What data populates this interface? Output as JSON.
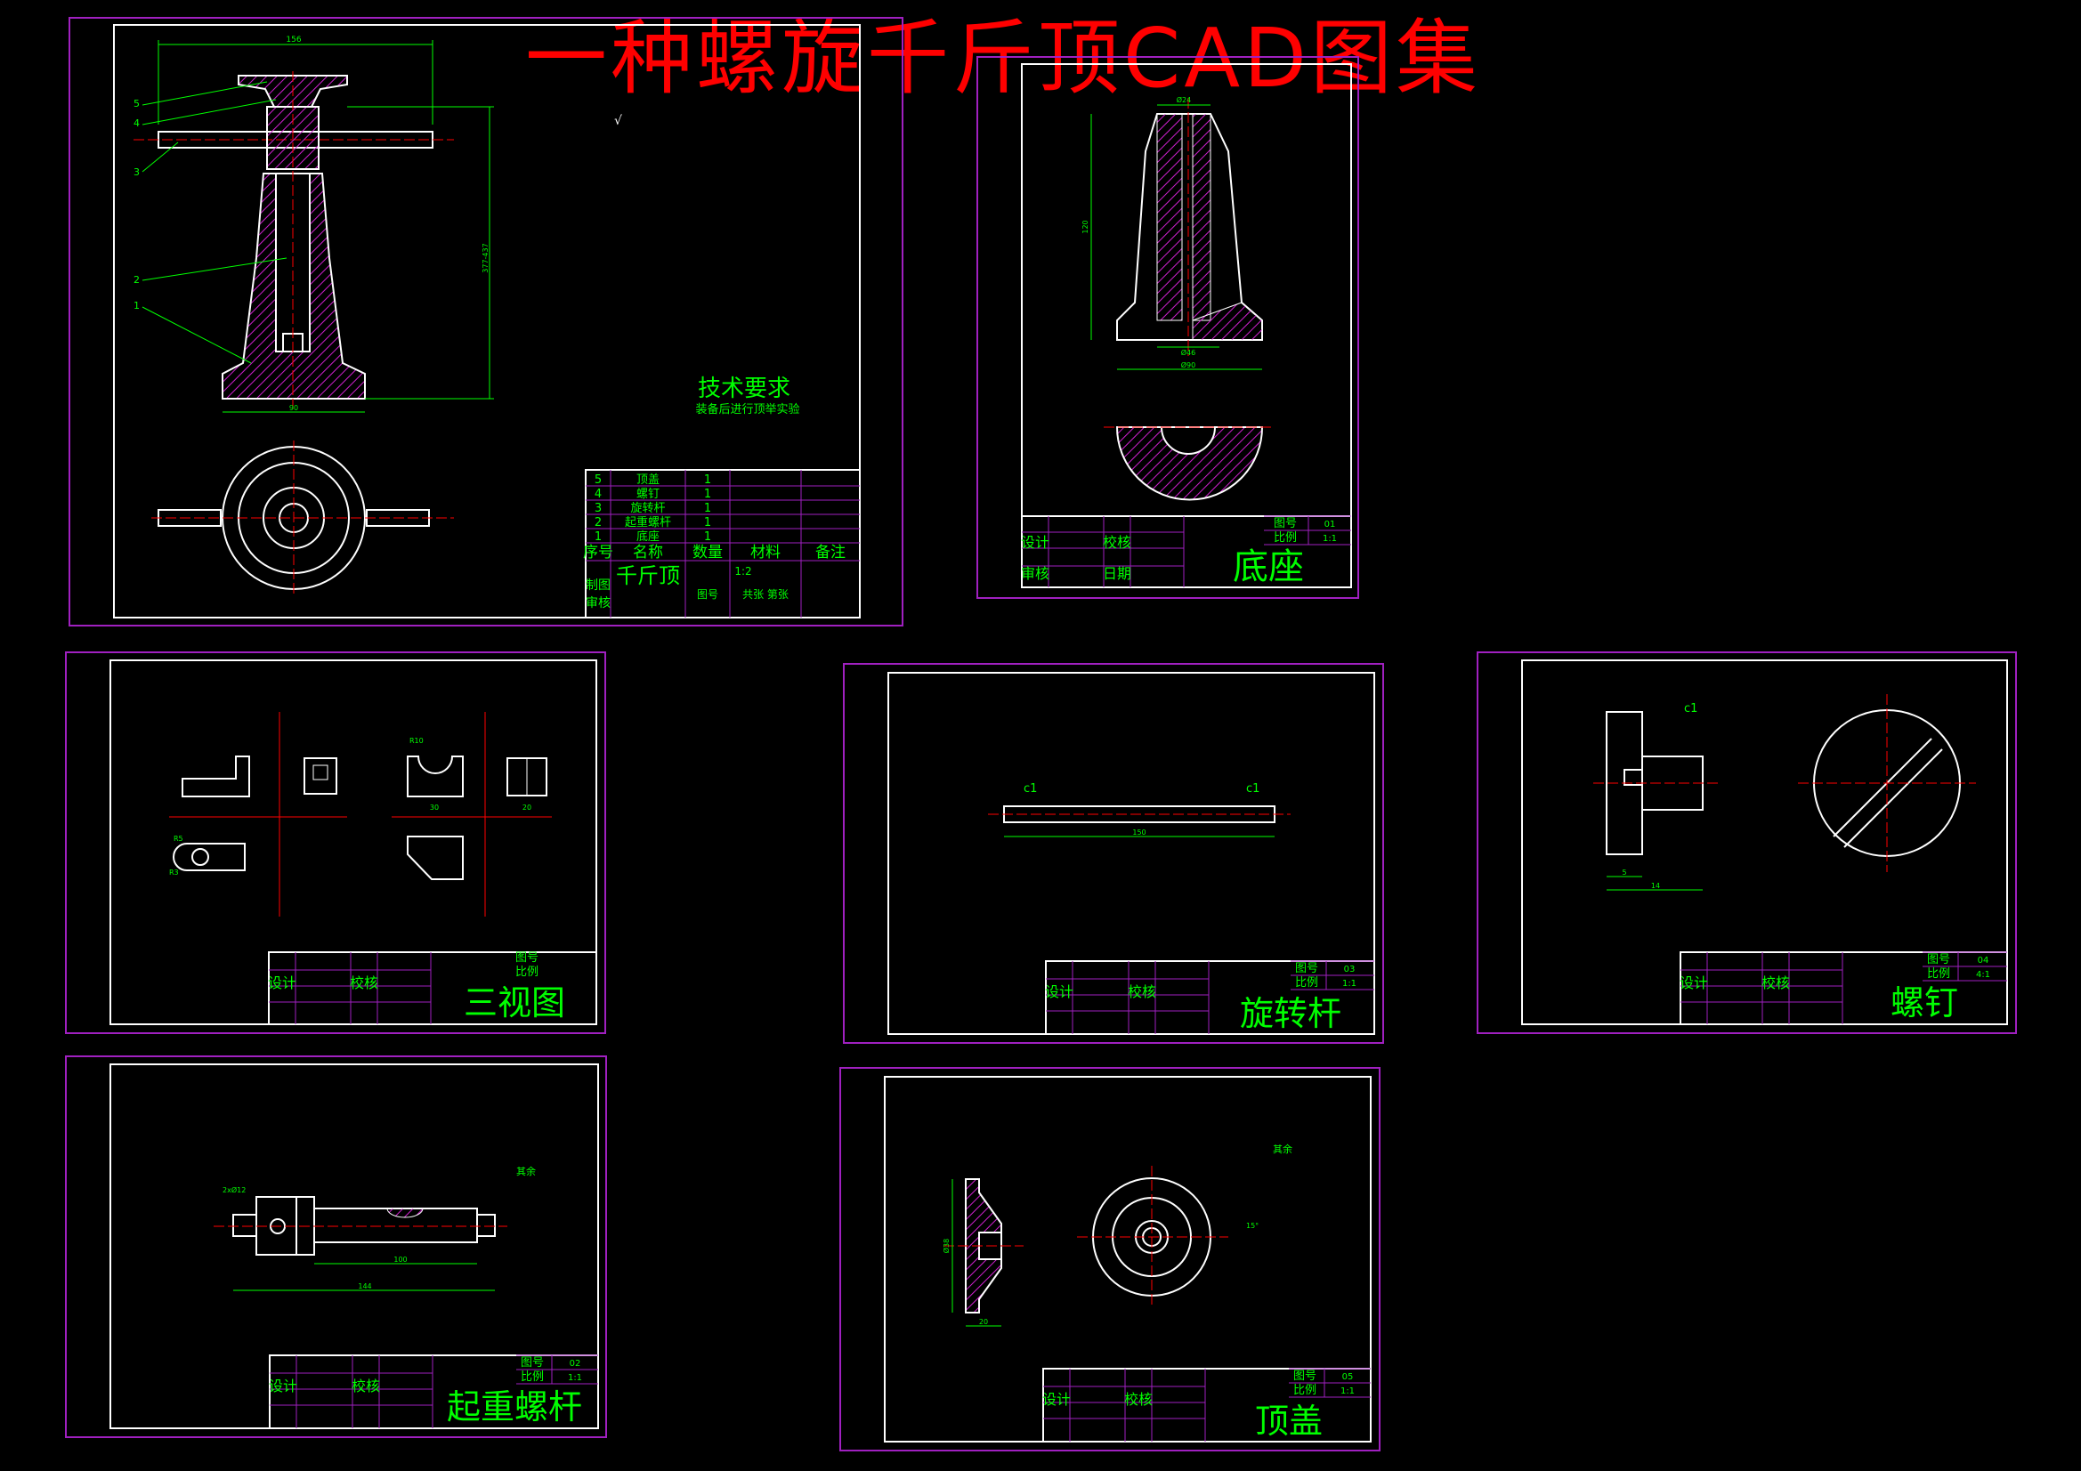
{
  "page_title": "一种螺旋千斤顶CAD图集",
  "colors": {
    "background": "#000000",
    "outer_frame": "#a020c0",
    "inner_frame": "#ffffff",
    "dimension": "#00ff00",
    "hatch": "#d020d0",
    "centerline": "#ff0000",
    "title_text": "#ff0000",
    "label_text": "#00ff00"
  },
  "sheets": {
    "assembly": {
      "part_title": "千斤顶",
      "tech_requirements_title": "技术要求",
      "tech_requirements_text": "装备后进行顶举实验",
      "scale": "1:2",
      "leaders": [
        "5",
        "4",
        "3",
        "2",
        "1"
      ],
      "bom_rows": [
        {
          "no": "5",
          "name": "顶盖",
          "qty": "1"
        },
        {
          "no": "4",
          "name": "螺钉",
          "qty": "1"
        },
        {
          "no": "3",
          "name": "旋转杆",
          "qty": "1"
        },
        {
          "no": "2",
          "name": "起重螺杆",
          "qty": "1"
        },
        {
          "no": "1",
          "name": "底座",
          "qty": "1"
        }
      ],
      "header": {
        "no": "序号",
        "name": "名称",
        "qty": "数量",
        "material": "材料",
        "note": "备注"
      },
      "labels": {
        "drawn": "制图",
        "checked": "审核",
        "sheet": "共张 第张",
        "drawing_no": "图号"
      },
      "dims": {
        "top": "156",
        "height": "377-437",
        "base": "90",
        "roughness": "√"
      }
    },
    "base": {
      "part_title": "底座",
      "drawing_no": "01",
      "scale": "1:1",
      "labels": {
        "design": "设计",
        "check": "校核",
        "review": "审核",
        "date": "日期",
        "figure": "图号",
        "ratio": "比例"
      },
      "dims": {
        "top": "Ø24",
        "bottom": "Ø90",
        "height": "120",
        "mid": "Ø46"
      }
    },
    "three_view": {
      "part_title": "三视图",
      "labels": {
        "design": "设计",
        "check": "校核",
        "figure": "图号",
        "ratio": "比例"
      },
      "dims": {
        "r1": "R10",
        "r2": "R5",
        "r3": "R3",
        "w1": "30",
        "w2": "20"
      }
    },
    "rotating_rod": {
      "part_title": "旋转杆",
      "drawing_no": "03",
      "scale": "1:1",
      "chamfer_left": "c1",
      "chamfer_right": "c1",
      "length": "150",
      "labels": {
        "design": "设计",
        "check": "校核",
        "figure": "图号",
        "ratio": "比例"
      }
    },
    "screw": {
      "part_title": "螺钉",
      "drawing_no": "04",
      "scale": "4:1",
      "chamfer": "c1",
      "dims": {
        "head": "5",
        "total": "14"
      },
      "labels": {
        "design": "设计",
        "check": "校核",
        "figure": "图号",
        "ratio": "比例"
      }
    },
    "lifting_screw": {
      "part_title": "起重螺杆",
      "drawing_no": "02",
      "scale": "1:1",
      "remainder": "其余",
      "dims": {
        "total": "144",
        "thread": "100",
        "hole": "2xØ12"
      },
      "labels": {
        "design": "设计",
        "check": "校核",
        "figure": "图号",
        "ratio": "比例"
      }
    },
    "top_cap": {
      "part_title": "顶盖",
      "drawing_no": "05",
      "scale": "1:1",
      "remainder": "其余",
      "dims": {
        "dia": "Ø38",
        "width": "20",
        "angle": "15°"
      },
      "labels": {
        "design": "设计",
        "check": "校核",
        "figure": "图号",
        "ratio": "比例"
      }
    }
  }
}
